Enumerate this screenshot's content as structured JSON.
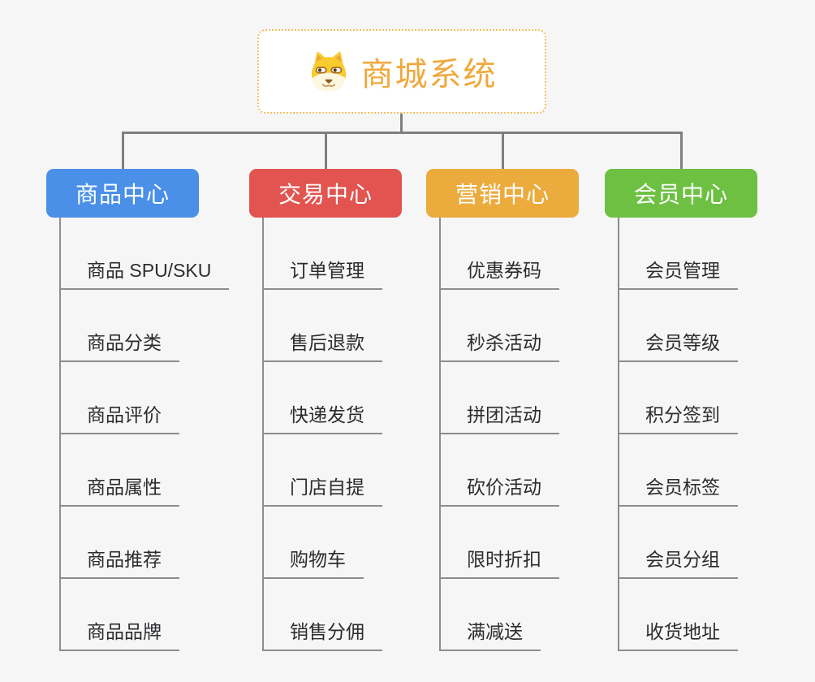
{
  "root": {
    "title": "商城系统",
    "icon": "dog-face-icon"
  },
  "colors": {
    "product_center": "#4a90e8",
    "trade_center": "#e15450",
    "marketing_center": "#ebab3d",
    "member_center": "#6ec043",
    "root_accent": "#efa93d",
    "connector": "#7f7f7f"
  },
  "branches": [
    {
      "label": "商品中心",
      "color": "#4a90e8",
      "children": [
        "商品 SPU/SKU",
        "商品分类",
        "商品评价",
        "商品属性",
        "商品推荐",
        "商品品牌"
      ]
    },
    {
      "label": "交易中心",
      "color": "#e15450",
      "children": [
        "订单管理",
        "售后退款",
        "快递发货",
        "门店自提",
        "购物车",
        "销售分佣"
      ]
    },
    {
      "label": "营销中心",
      "color": "#ebab3d",
      "children": [
        "优惠券码",
        "秒杀活动",
        "拼团活动",
        "砍价活动",
        "限时折扣",
        "满减送"
      ]
    },
    {
      "label": "会员中心",
      "color": "#6ec043",
      "children": [
        "会员管理",
        "会员等级",
        "积分签到",
        "会员标签",
        "会员分组",
        "收货地址"
      ]
    }
  ]
}
